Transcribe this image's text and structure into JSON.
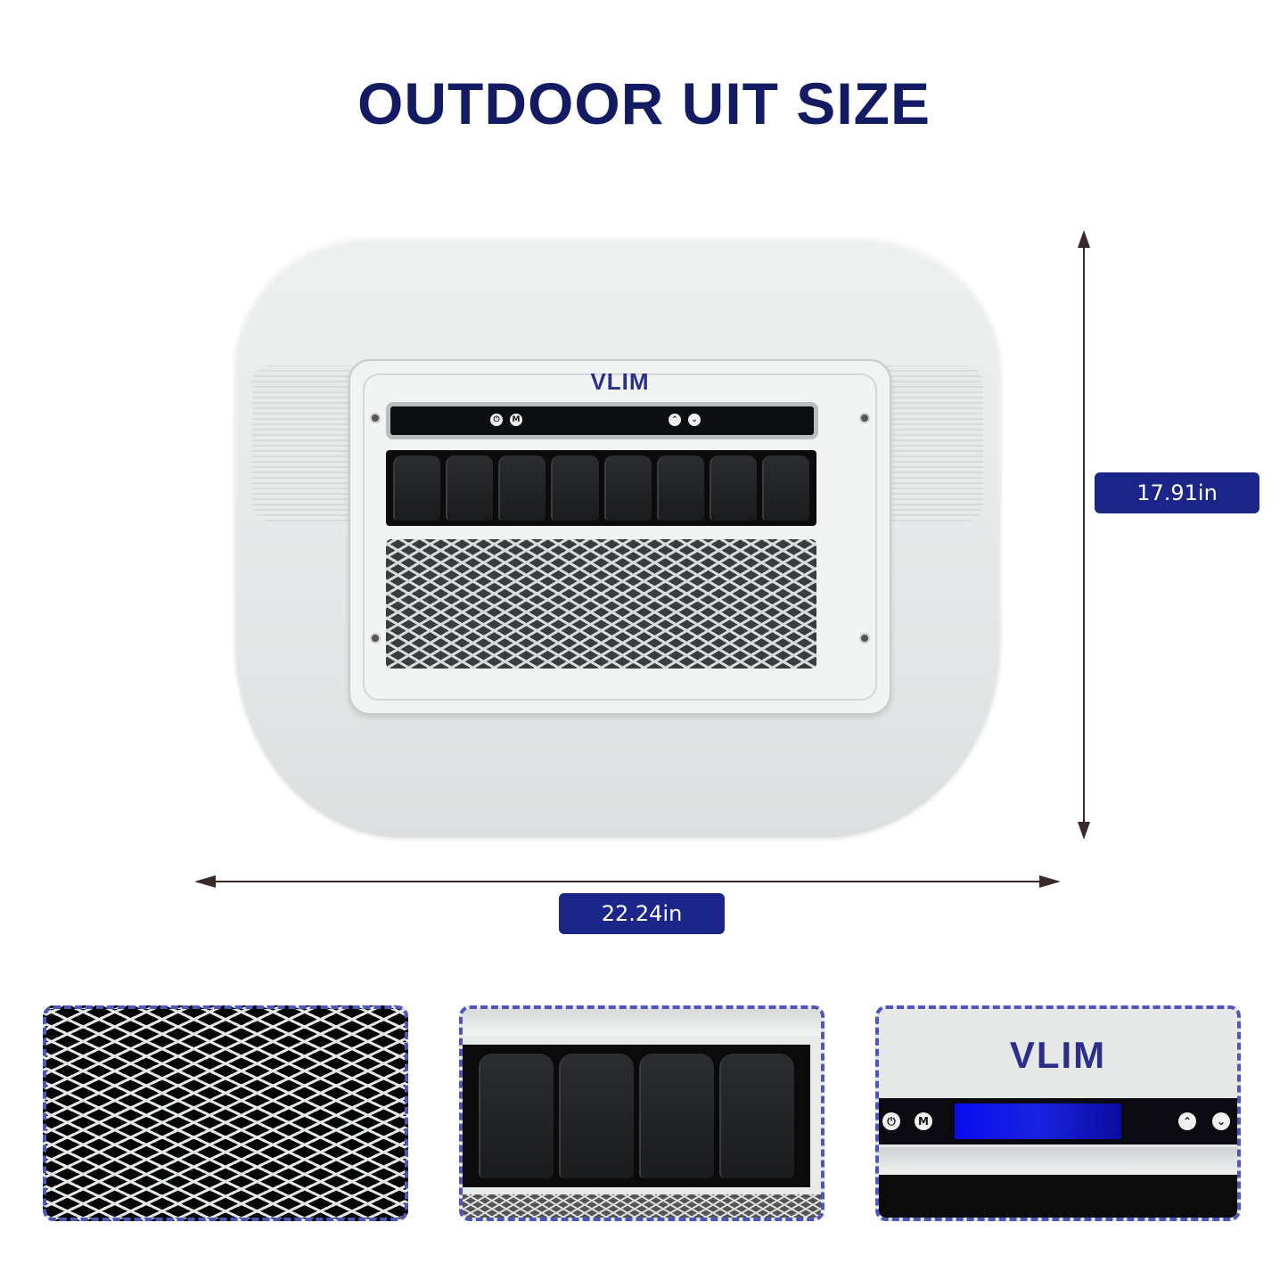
{
  "title": "OUTDOOR UIT SIZE",
  "product": {
    "brand_logo": "VLIM",
    "control_panel": {
      "buttons": [
        {
          "name": "power",
          "glyph": "⏻"
        },
        {
          "name": "mode",
          "glyph": "M"
        },
        {
          "name": "up",
          "glyph": "⌃"
        },
        {
          "name": "down",
          "glyph": "⌄"
        }
      ]
    },
    "louver_count": 8
  },
  "dimensions": {
    "height": "17.91in",
    "width": "22.24in"
  },
  "details": [
    {
      "name": "mesh-grille-closeup"
    },
    {
      "name": "louvers-closeup"
    },
    {
      "name": "control-panel-closeup",
      "brand_logo": "VLIM"
    }
  ],
  "colors": {
    "title": "#131b63",
    "badge_bg": "#1b2688",
    "dashed_border": "#5056b9",
    "arrow": "#3b2a2a",
    "display_glow": "#1a22e0"
  }
}
